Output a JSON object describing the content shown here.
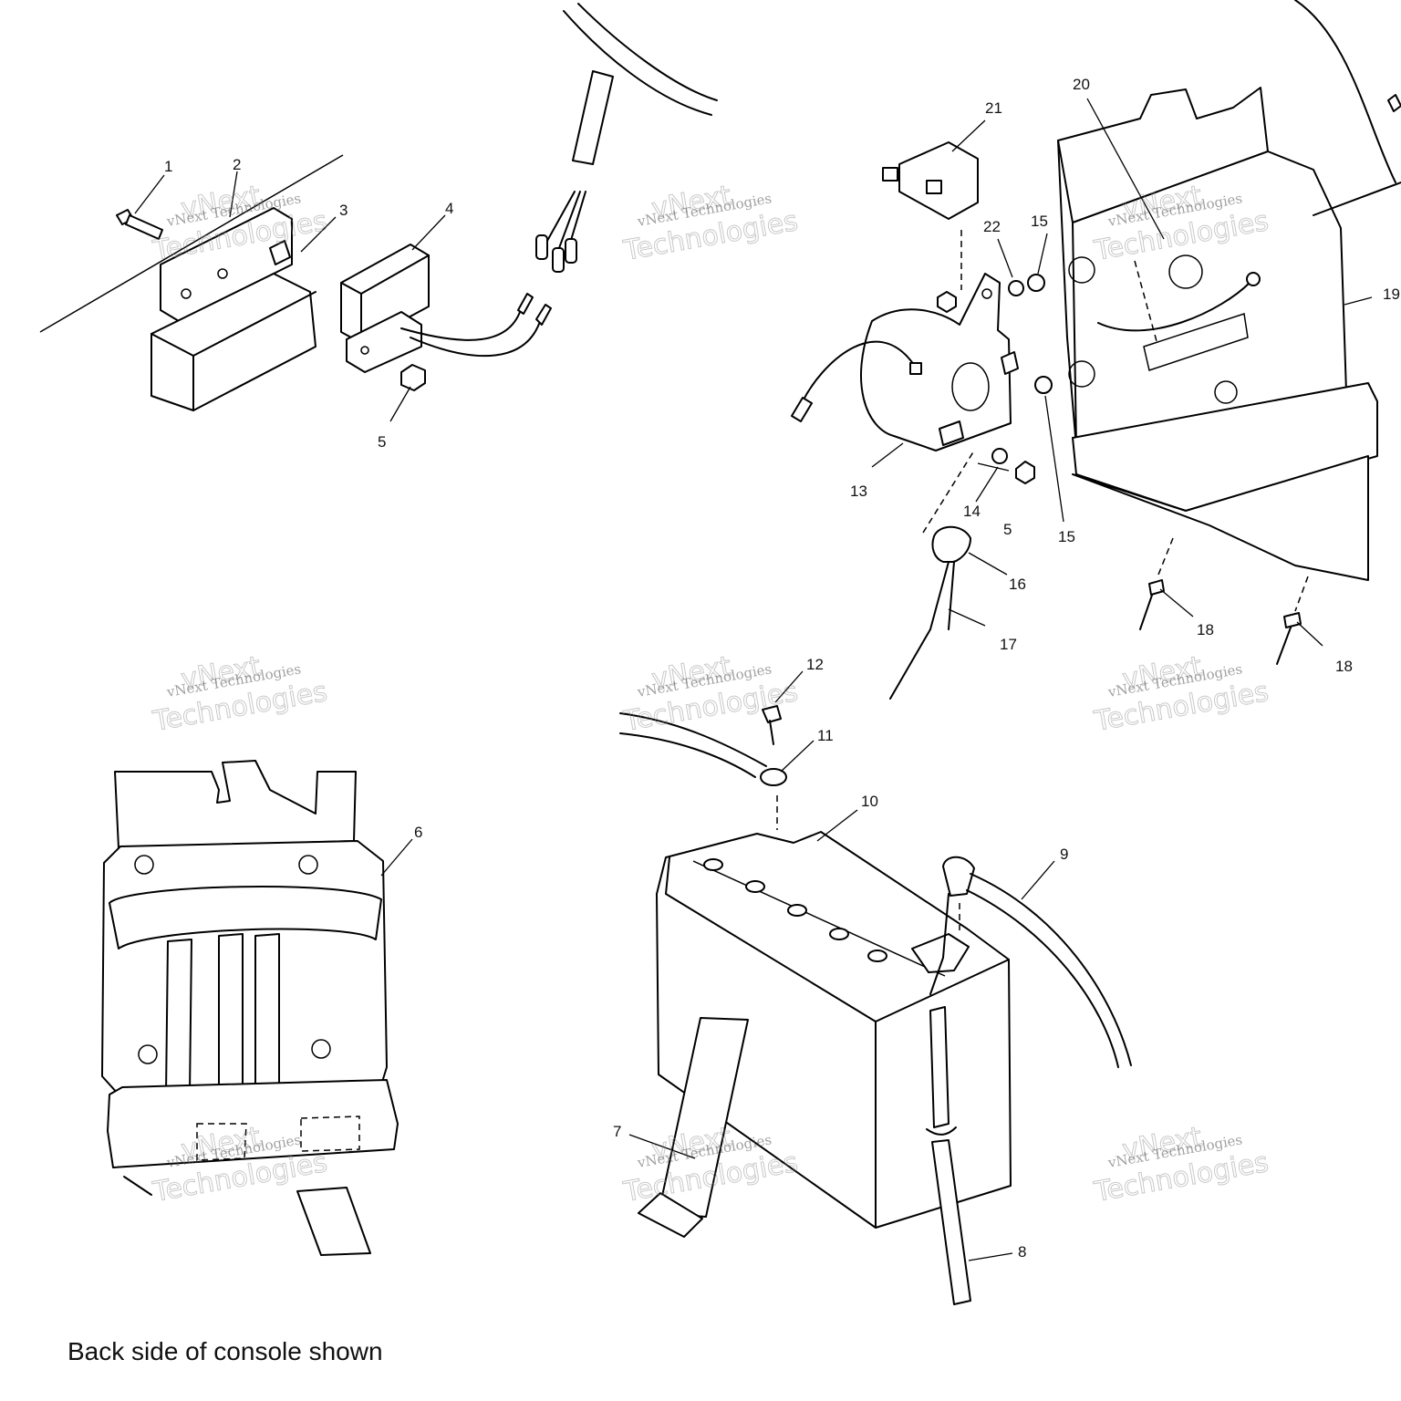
{
  "caption": "Back side of console shown",
  "callouts": {
    "c1": "1",
    "c2": "2",
    "c3": "3",
    "c4": "4",
    "c5a": "5",
    "c5b": "5",
    "c6": "6",
    "c7": "7",
    "c8": "8",
    "c9": "9",
    "c10": "10",
    "c11": "11",
    "c12": "12",
    "c13": "13",
    "c14": "14",
    "c15a": "15",
    "c15b": "15",
    "c16": "16",
    "c17": "17",
    "c18a": "18",
    "c18b": "18",
    "c19": "19",
    "c20": "20",
    "c21": "21",
    "c22": "22"
  },
  "watermark": {
    "brand": "vNext",
    "company": "vNext Technologies",
    "word": "Technologies"
  }
}
